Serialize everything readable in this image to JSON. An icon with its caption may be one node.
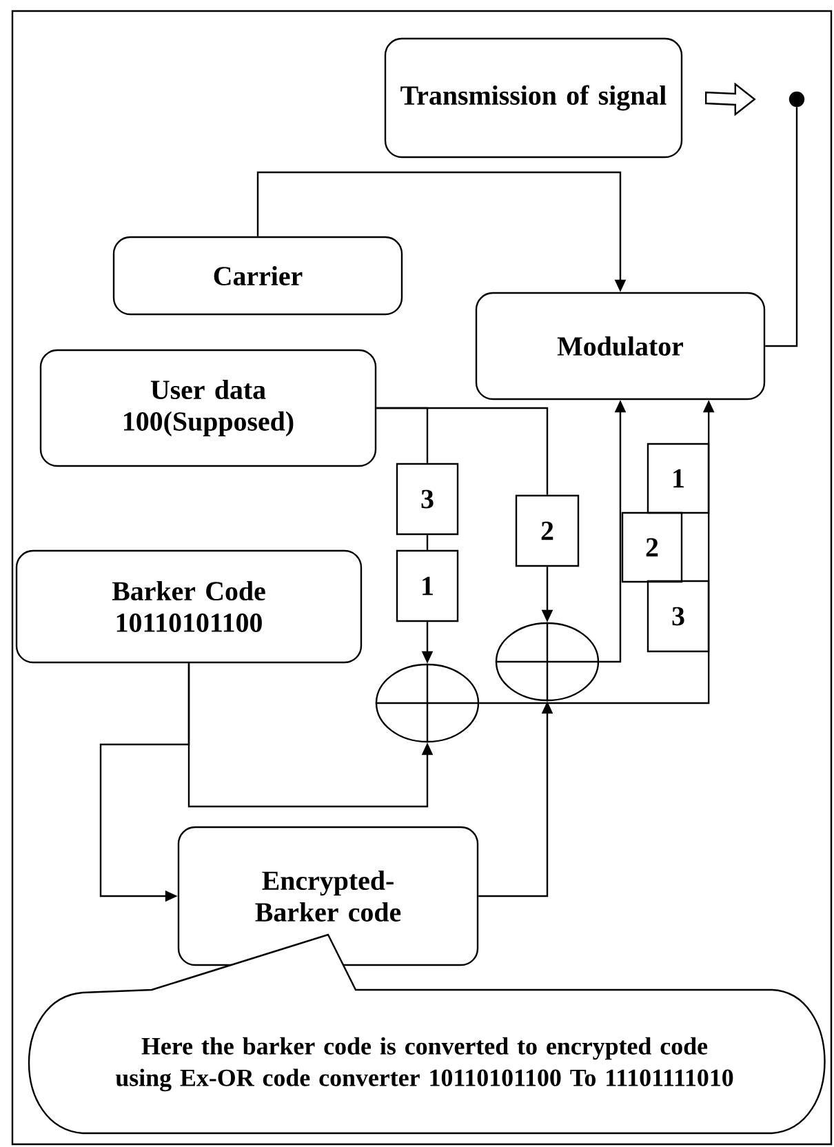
{
  "diagram": {
    "nodes": [
      {
        "text": [
          "Transmission of signal"
        ]
      },
      {
        "text": [
          "Carrier"
        ]
      },
      {
        "text": [
          "Modulator"
        ]
      },
      {
        "text": [
          "User data",
          "100(Supposed)"
        ]
      },
      {
        "text": [
          "Barker Code",
          "10110101100"
        ]
      },
      {
        "text": [
          "3"
        ]
      },
      {
        "text": [
          "1"
        ]
      },
      {
        "text": [
          "2"
        ]
      },
      {
        "text": [
          "1"
        ]
      },
      {
        "text": [
          "2"
        ]
      },
      {
        "text": [
          "3"
        ]
      },
      {
        "text": [],
        "shape": "circle"
      },
      {
        "text": [],
        "shape": "circle"
      },
      {
        "text": [
          "Encrypted- Barker code"
        ]
      },
      {
        "text": [
          "Here the barker code is converted to encrypted code using Ex-OR code converter 10110101100 To 11101111010"
        ]
      },
      {
        "text": [],
        "shape": "circle"
      }
    ],
    "edges": [
      {
        "from": 2,
        "to": 15,
        "arrow": "none"
      },
      {
        "from": 1,
        "to": 2,
        "arrow": "to"
      },
      {
        "from": 3,
        "to": 5,
        "arrow": "none"
      },
      {
        "from": 5,
        "to": 6,
        "arrow": "none"
      },
      {
        "from": 6,
        "to": 11,
        "arrow": "to"
      },
      {
        "from": 3,
        "to": 7,
        "arrow": "none"
      },
      {
        "from": 7,
        "to": 12,
        "arrow": "to"
      },
      {
        "from": 4,
        "to": 11,
        "arrow": "to"
      },
      {
        "from": 4,
        "to": 13,
        "arrow": "to"
      },
      {
        "from": 13,
        "to": 12,
        "arrow": "to"
      },
      {
        "from": 12,
        "to": 2,
        "arrow": "to"
      },
      {
        "from": 11,
        "to": 2,
        "arrow": "to"
      },
      {
        "from": 0,
        "to": 15,
        "arrow": "to",
        "style": "thick"
      }
    ]
  }
}
